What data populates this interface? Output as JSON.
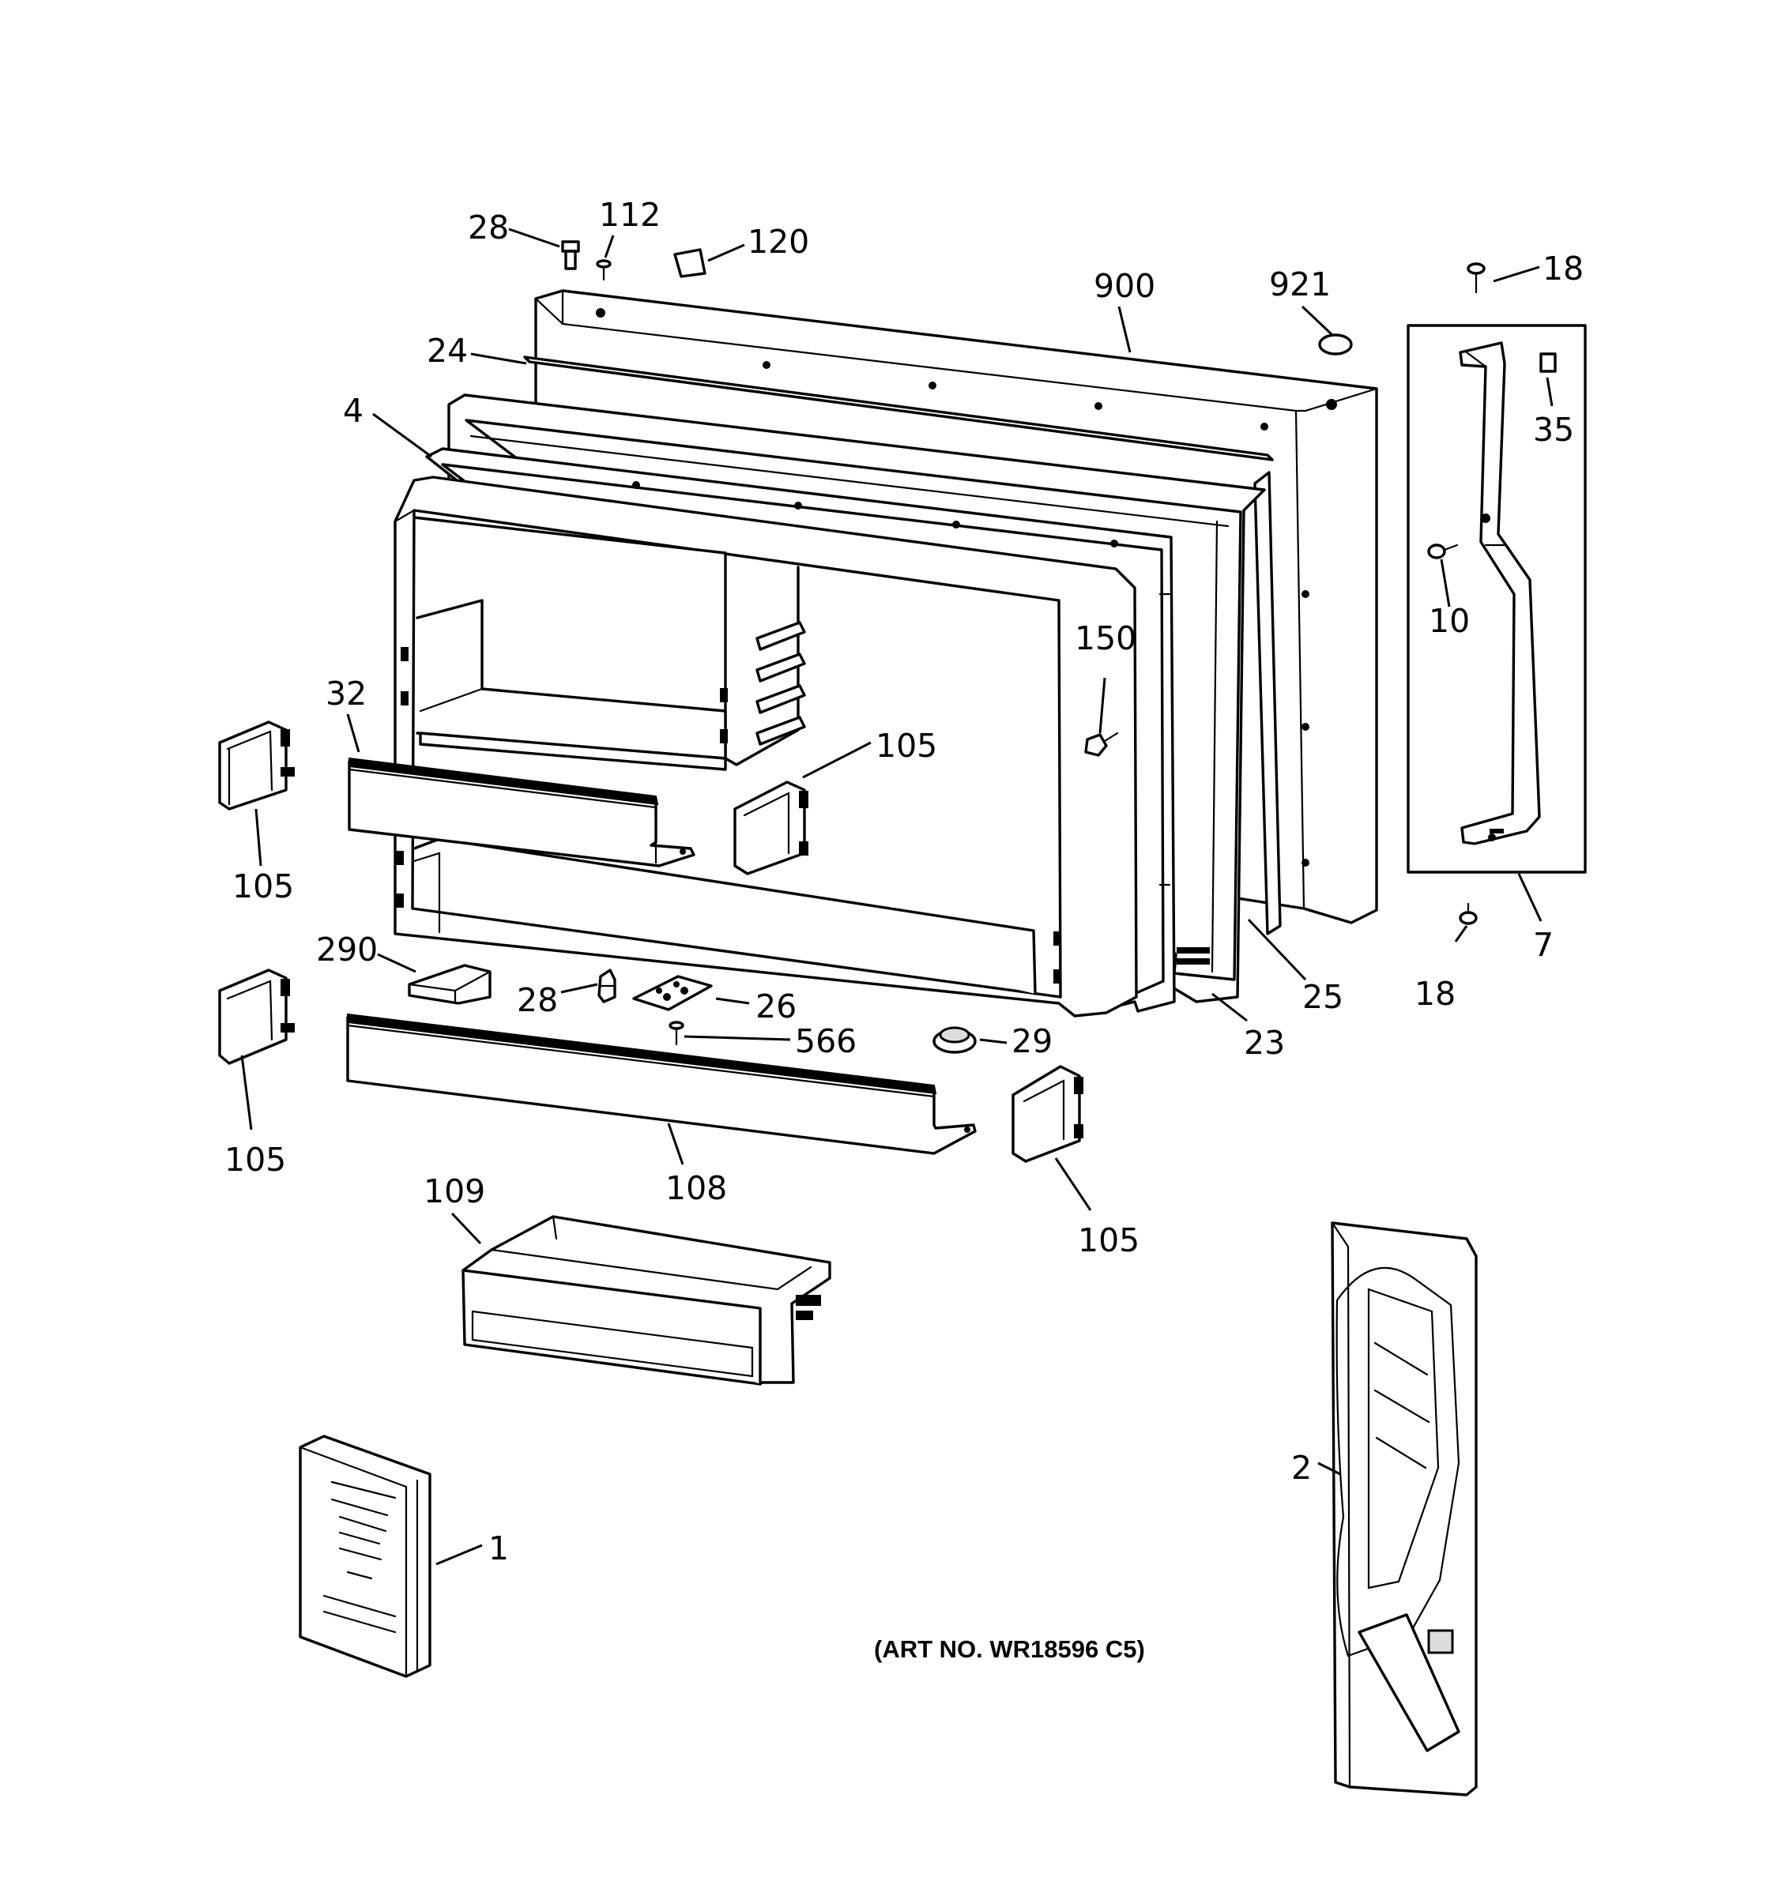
{
  "art_number": "(ART NO. WR18596 C5)",
  "callouts": {
    "c28a": "28",
    "c112": "112",
    "c120": "120",
    "c900": "900",
    "c921": "921",
    "c18a": "18",
    "c24": "24",
    "c4": "4",
    "c35": "35",
    "c10": "10",
    "c150": "150",
    "c32": "32",
    "c105a": "105",
    "c105b": "105",
    "c7": "7",
    "c290": "290",
    "c28b": "28",
    "c26": "26",
    "c25": "25",
    "c18b": "18",
    "c566": "566",
    "c29": "29",
    "c23": "23",
    "c105c": "105",
    "c108": "108",
    "c105d": "105",
    "c109": "109",
    "c2": "2",
    "c1": "1"
  }
}
